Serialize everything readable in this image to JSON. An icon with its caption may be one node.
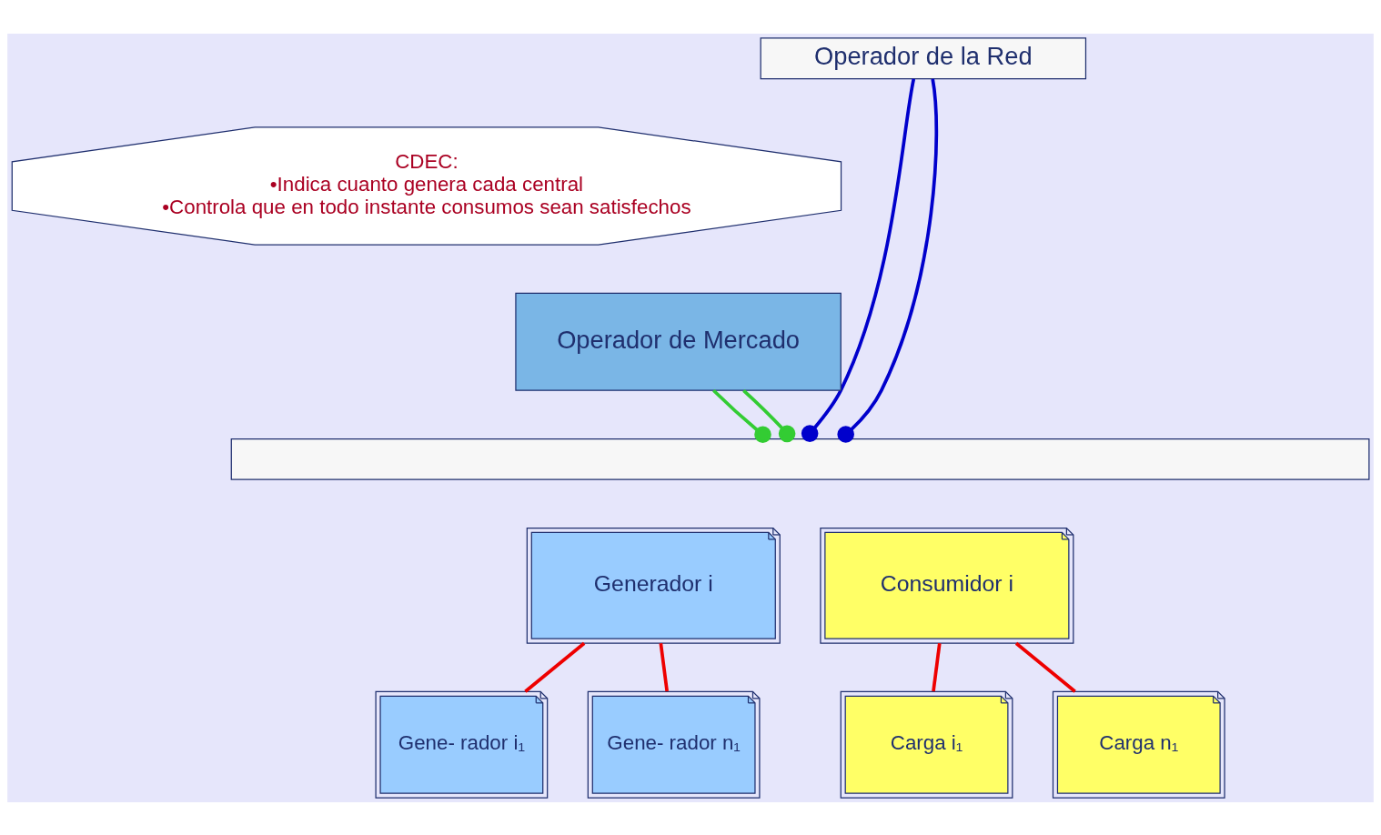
{
  "diagram": {
    "nodes": [
      {
        "text": [
          "Operador de la Red"
        ]
      },
      {
        "text": [
          "CDEC:",
          "•Indica cuanto genera cada central",
          "•Controla que en todo instante consumos sean satisfechos"
        ]
      },
      {
        "text": [
          "Operador de Mercado"
        ]
      },
      {
        "text": [],
        "shape": "bar"
      },
      {
        "text": [
          "Generador i"
        ]
      },
      {
        "text": [
          "Gene- rador i₁"
        ]
      },
      {
        "text": [
          "Gene- rador n₁"
        ]
      },
      {
        "text": [
          "Consumidor i"
        ]
      },
      {
        "text": [
          "Carga i₁"
        ]
      },
      {
        "text": [
          "Carga n₁"
        ]
      }
    ],
    "edges": [
      {
        "from": 0,
        "to": 3,
        "arrow": "other",
        "color": "#0000cc"
      },
      {
        "from": 2,
        "to": 3,
        "arrow": "other",
        "color": "#33cc33"
      },
      {
        "from": 2,
        "to": 3,
        "arrow": "other",
        "color": "#33cc33"
      },
      {
        "from": 0,
        "to": 3,
        "arrow": "other",
        "color": "#0000cc"
      },
      {
        "from": 4,
        "to": 5,
        "arrow": "none",
        "color": "#ee0000"
      },
      {
        "from": 4,
        "to": 6,
        "arrow": "none",
        "color": "#ee0000"
      },
      {
        "from": 7,
        "to": 8,
        "arrow": "none",
        "color": "#ee0000"
      },
      {
        "from": 7,
        "to": 9,
        "arrow": "none",
        "color": "#ee0000"
      }
    ]
  }
}
